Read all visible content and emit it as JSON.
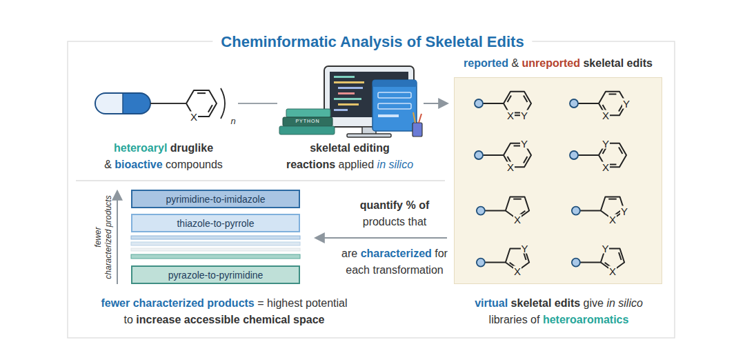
{
  "diagram": {
    "title": "Cheminformatic Analysis of Skeletal Edits",
    "nodes": [
      {
        "text": [
          "reported & unreported skeletal edits"
        ]
      },
      {
        "text": [
          "pyrimidine-to-imidazole"
        ]
      },
      {
        "text": [
          "thiazole-to-pyrrole"
        ]
      },
      {
        "text": [
          "pyrazole-to-pyrimidine"
        ]
      }
    ],
    "labels": [
      "heteroaryl druglike & bioactive compounds",
      "X",
      "n",
      "PYTHON",
      "skeletal editing reactions applied in silico",
      "X",
      "Y",
      "Y",
      "X",
      "Y",
      "X",
      "Y",
      "X",
      "X",
      "Y",
      "X",
      "Y",
      "X",
      "Y",
      "X",
      "quantify % of products that are characterized for each transformation",
      "fewer characterized products",
      "fewer characterized products = highest potential to increase accessible chemical space",
      "virtual skeletal edits give in silico libraries of heteroaromatics"
    ]
  }
}
